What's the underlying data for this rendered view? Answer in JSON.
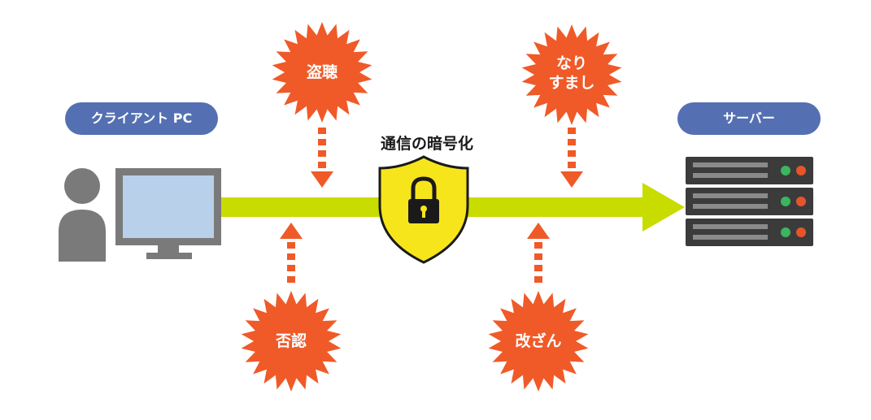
{
  "client": {
    "label": "クライアント PC"
  },
  "server": {
    "label": "サーバー"
  },
  "encryption": {
    "label": "通信の暗号化"
  },
  "threats": {
    "eavesdropping": "盗聴",
    "spoofing_line1": "なり",
    "spoofing_line2": "すまし",
    "repudiation": "否認",
    "tampering": "改ざん"
  },
  "colors": {
    "arrow": "#c8dc00",
    "burst": "#f05a28",
    "pill": "#5470b3",
    "shield": "#f7e51b",
    "server": "#3b3b3b",
    "person": "#7a7a7a",
    "monitor_screen": "#b9d0ea"
  }
}
